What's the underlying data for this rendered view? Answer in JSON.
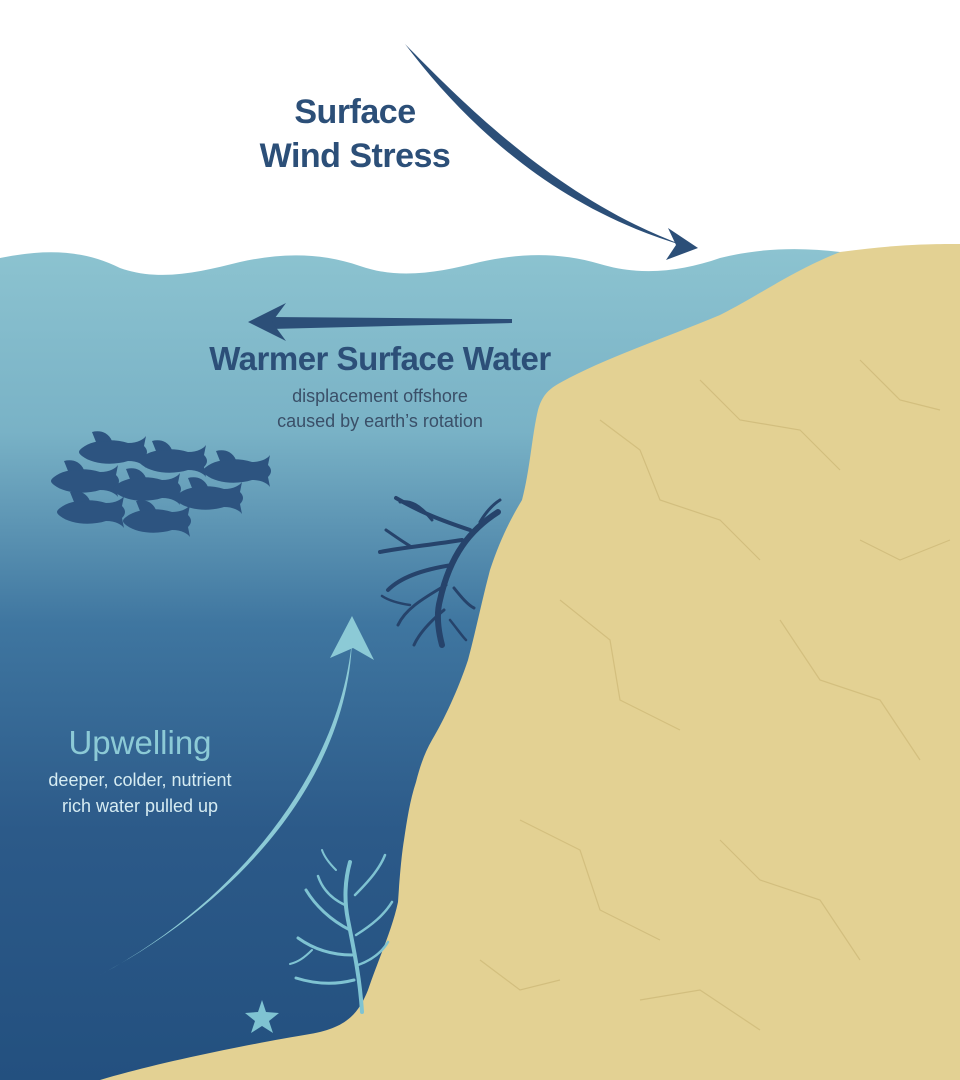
{
  "wind": {
    "title_line1": "Surface",
    "title_line2": "Wind Stress"
  },
  "surface_water": {
    "title": "Warmer Surface Water",
    "desc_line1": "displacement offshore",
    "desc_line2": "caused by earth’s rotation"
  },
  "upwelling": {
    "title": "Upwelling",
    "desc_line1": "deeper, colder, nutrient",
    "desc_line2": "rich water pulled up"
  },
  "colors": {
    "sky": "#ffffff",
    "water_surface": "#8cc3d0",
    "water_mid": "#3f76a0",
    "water_deep": "#23507f",
    "land": "#e3d193",
    "land_crack": "#cdb877",
    "dark_label": "#2c4f78",
    "light_label": "#8ccad6",
    "sub_label_dark": "#3a4f68",
    "sub_label_light": "#d6ecf2",
    "fish": "#2d5480",
    "dark_coral": "#26436b",
    "light_coral": "#7fc3d2"
  },
  "icons": {
    "wind_arrow": "curved-arrow-down-right",
    "surface_arrow": "arrow-left",
    "upwelling_arrow": "curved-arrow-up",
    "fish": "fish-school",
    "coral": "coral-branch",
    "starfish": "starfish"
  }
}
